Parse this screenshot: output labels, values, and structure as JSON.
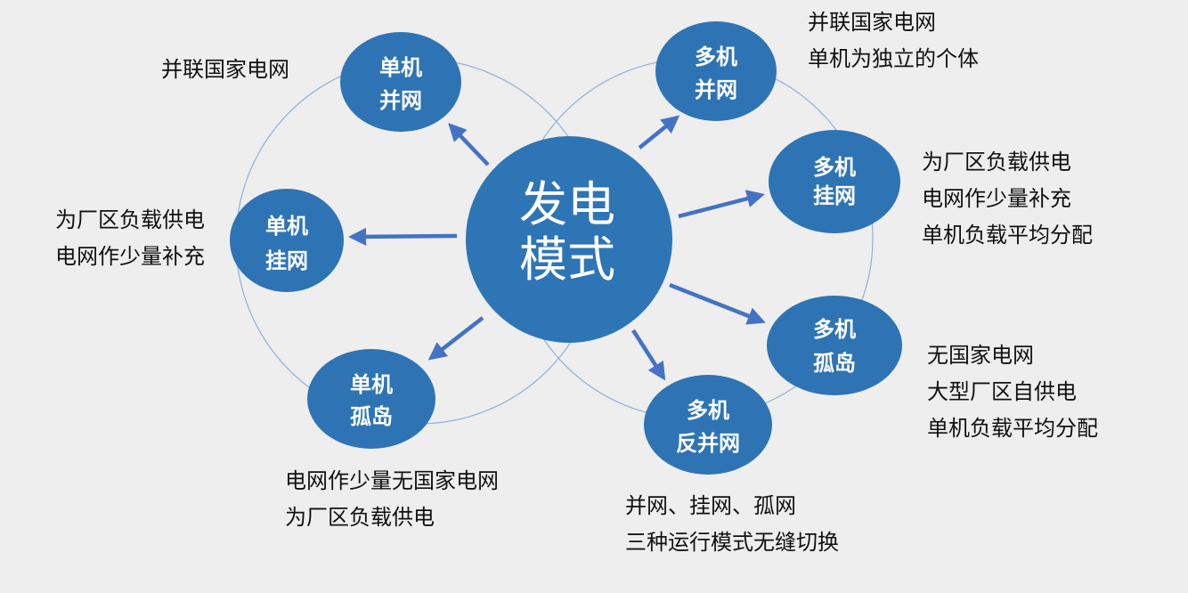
{
  "center": {
    "line1": "发电",
    "line2": "模式"
  },
  "colors": {
    "node_fill": "#2e74b5",
    "center_fill": "#2e75b6",
    "ring_stroke": "#8fb0d9",
    "arrow": "#4472c4",
    "background": "#eeeeee"
  },
  "nodes": {
    "single_grid": {
      "line1": "单机",
      "line2": "并网"
    },
    "single_hang": {
      "line1": "单机",
      "line2": "挂网"
    },
    "single_island": {
      "line1": "单机",
      "line2": "孤岛"
    },
    "multi_grid": {
      "line1": "多机",
      "line2": "并网"
    },
    "multi_hang": {
      "line1": "多机",
      "line2": "挂网"
    },
    "multi_island": {
      "line1": "多机",
      "line2": "孤岛"
    },
    "multi_reverse": {
      "line1": "多机",
      "line2": "反并网"
    }
  },
  "notes": {
    "single_grid": [
      "并联国家电网"
    ],
    "single_hang": [
      "为厂区负载供电",
      "电网作少量补充"
    ],
    "single_island": [
      "电网作少量无国家电网",
      "为厂区负载供电"
    ],
    "multi_grid": [
      "并联国家电网",
      "单机为独立的个体"
    ],
    "multi_hang": [
      "为厂区负载供电",
      "电网作少量补充",
      "单机负载平均分配"
    ],
    "multi_island": [
      "无国家电网",
      "大型厂区自供电",
      "单机负载平均分配"
    ],
    "multi_reverse": [
      "并网、挂网、孤网",
      "三种运行模式无缝切换"
    ]
  }
}
